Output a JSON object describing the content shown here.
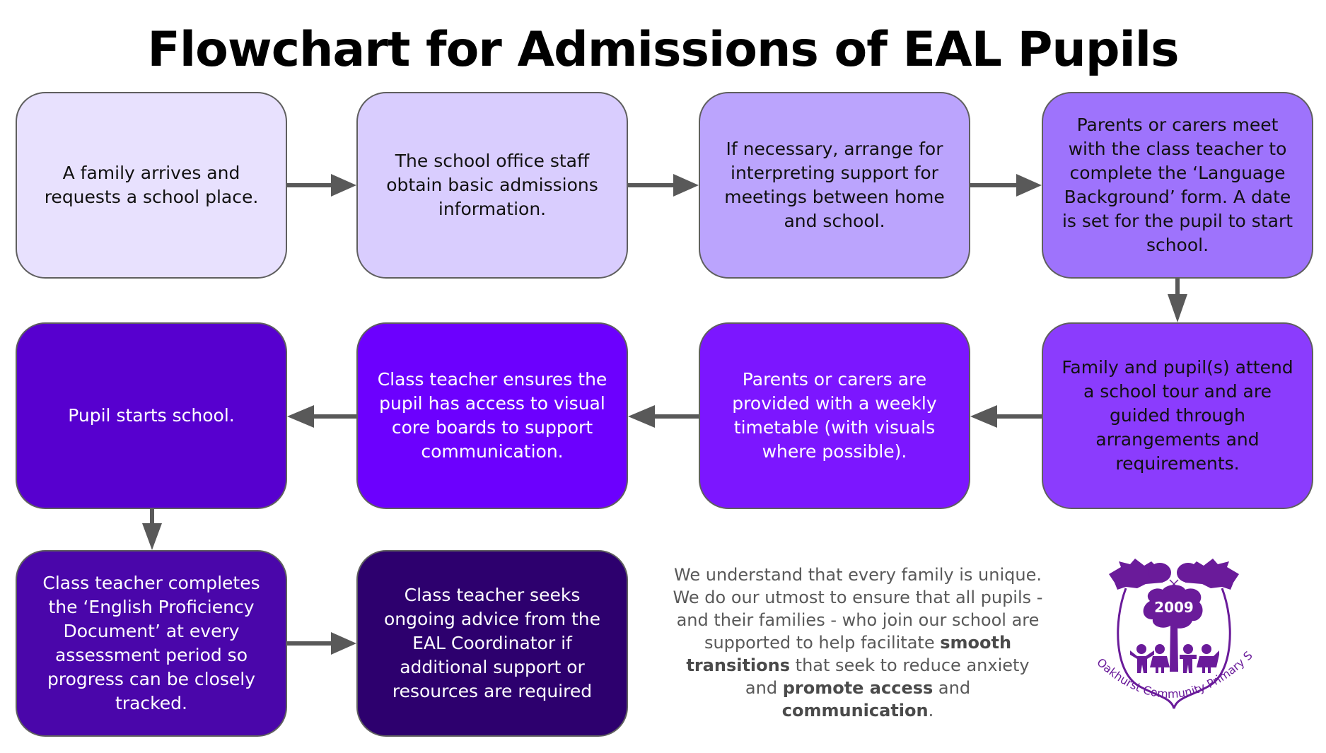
{
  "title": "Flowchart for Admissions of EAL Pupils",
  "colors": {
    "arrow": "#595959",
    "border": "#5f5f5f",
    "logo": "#6a1b9a",
    "blurb_text": "#595959"
  },
  "steps": [
    {
      "id": 1,
      "text": "A family arrives and requests a school place.",
      "fill": "#e8e1fe",
      "text_color": "dark"
    },
    {
      "id": 2,
      "text": "The school office staff obtain basic admissions information.",
      "fill": "#d9cdfe",
      "text_color": "dark"
    },
    {
      "id": 3,
      "text": "If necessary, arrange for interpreting support for meetings between home and school.",
      "fill": "#bba4fd",
      "text_color": "dark"
    },
    {
      "id": 4,
      "text": "Parents or carers meet with the class teacher to complete the ‘Language Background’ form. A date is set for the pupil to start school.",
      "fill": "#9e73fc",
      "text_color": "dark"
    },
    {
      "id": 5,
      "text": "Family and pupil(s) attend a school tour and are guided through arrangements and requirements.",
      "fill": "#8b3cfd",
      "text_color": "dark"
    },
    {
      "id": 6,
      "text": "Parents or carers are provided with a weekly timetable (with visuals where possible).",
      "fill": "#7c16ff",
      "text_color": "light"
    },
    {
      "id": 7,
      "text": "Class teacher ensures the pupil has access to visual core boards to support communication.",
      "fill": "#6c00fe",
      "text_color": "light"
    },
    {
      "id": 8,
      "text": "Pupil starts school.",
      "fill": "#5700cf",
      "text_color": "light"
    },
    {
      "id": 9,
      "text": "Class teacher completes the ‘English Proficiency Document’ at every assessment period so progress can be closely tracked.",
      "fill": "#4a06aa",
      "text_color": "light"
    },
    {
      "id": 10,
      "text": "Class teacher seeks ongoing advice from the EAL Coordinator if additional support or resources are required",
      "fill": "#2d006e",
      "text_color": "light"
    }
  ],
  "connections": [
    {
      "from": 1,
      "to": 2,
      "direction": "right"
    },
    {
      "from": 2,
      "to": 3,
      "direction": "right"
    },
    {
      "from": 3,
      "to": 4,
      "direction": "right"
    },
    {
      "from": 4,
      "to": 5,
      "direction": "down"
    },
    {
      "from": 5,
      "to": 6,
      "direction": "left"
    },
    {
      "from": 6,
      "to": 7,
      "direction": "left"
    },
    {
      "from": 7,
      "to": 8,
      "direction": "left"
    },
    {
      "from": 8,
      "to": 9,
      "direction": "down"
    },
    {
      "from": 9,
      "to": 10,
      "direction": "right"
    }
  ],
  "blurb": {
    "part1": "We understand that every family is unique. We do our utmost to ensure that all pupils - and their families - who join our school are supported to help facilitate ",
    "bold1": "smooth transitions",
    "part2": " that seek to reduce anxiety and ",
    "bold2": "promote access",
    "part3": " and ",
    "bold3": "communication",
    "part4": "."
  },
  "logo": {
    "year": "2009",
    "school_name": "Oakhurst Community Primary School",
    "icon": "school-crest-oak-tree-children"
  }
}
